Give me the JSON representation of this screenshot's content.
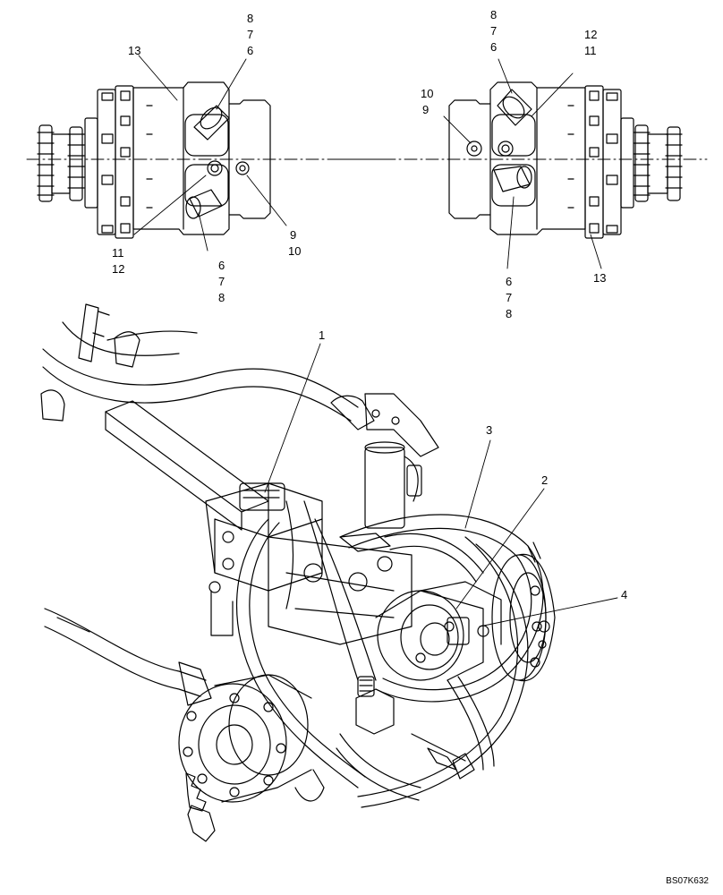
{
  "reference_code": "BS07K632",
  "callouts": {
    "left_top_8": "8",
    "left_top_7": "7",
    "left_top_6": "6",
    "left_13": "13",
    "left_11": "11",
    "left_12": "12",
    "left_bot_6": "6",
    "left_bot_7": "7",
    "left_bot_8": "8",
    "left_9": "9",
    "left_10": "10",
    "right_top_8": "8",
    "right_top_7": "7",
    "right_top_6": "6",
    "right_12": "12",
    "right_11": "11",
    "right_10": "10",
    "right_9": "9",
    "right_13": "13",
    "right_bot_6": "6",
    "right_bot_7": "7",
    "right_bot_8": "8",
    "main_1": "1",
    "main_2": "2",
    "main_3": "3",
    "main_4": "4"
  }
}
